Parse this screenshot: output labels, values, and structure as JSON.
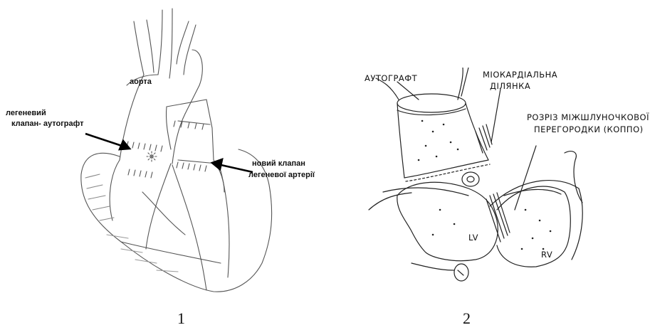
{
  "figure1": {
    "number": "1",
    "labels": {
      "aorta": "аорта",
      "autograft_line1": "легеневий",
      "autograft_line2": "клапан- аутографт",
      "new_valve_line1": "новий клапан",
      "new_valve_line2": "легеневої артерії"
    }
  },
  "figure2": {
    "number": "2",
    "labels": {
      "autograft": "АУТОГРАФТ",
      "myocardial_line1": "МІОКАРДІАЛЬНА",
      "myocardial_line2": "ДІЛЯНКА",
      "septum_line1": "РОЗРІЗ МІЖШЛУНОЧКОВОЇ",
      "septum_line2": "ПЕРЕГОРОДКИ (КОППО)",
      "lv": "LV",
      "rv": "RV"
    }
  }
}
